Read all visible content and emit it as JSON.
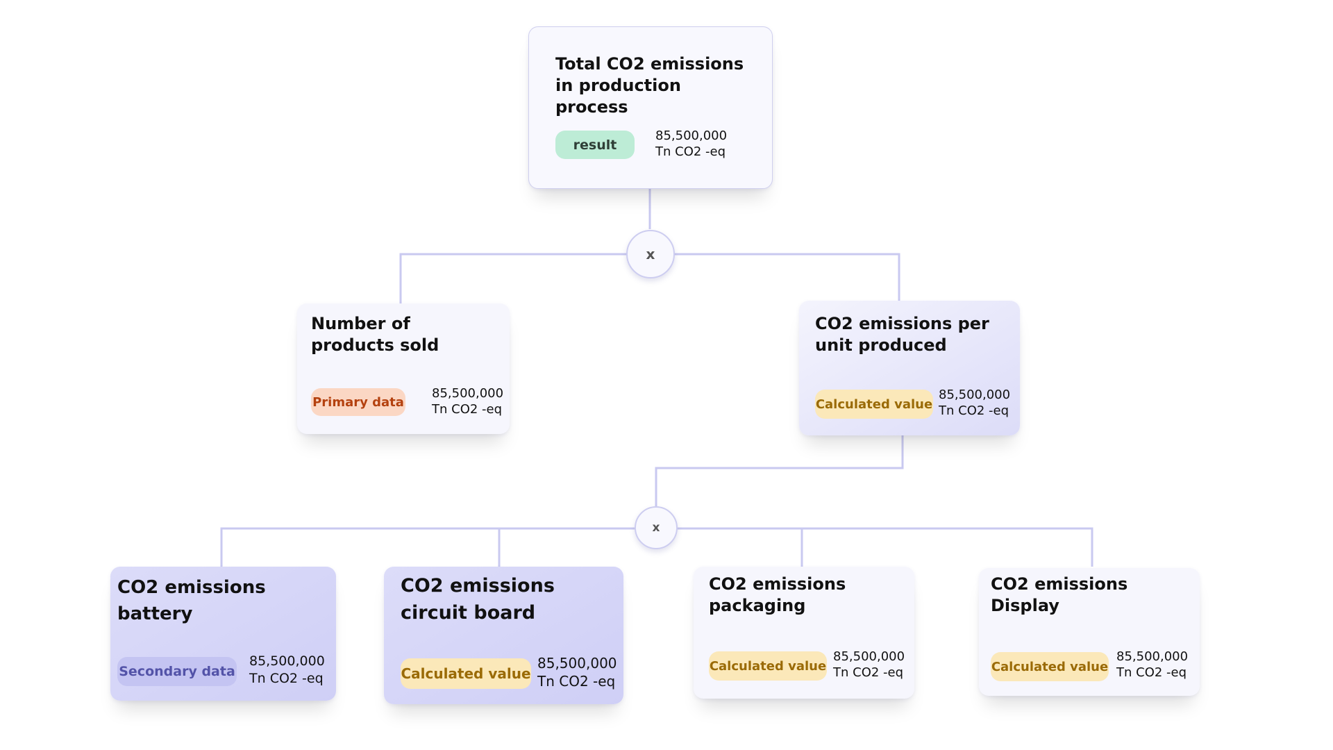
{
  "root": {
    "title": "Total CO2 emissions in production process",
    "badge": "result",
    "value": "85,500,000",
    "unit": "Tn CO2 -eq"
  },
  "operator_top": "x",
  "operator_bottom": "x",
  "products_sold": {
    "title": "Number of products sold",
    "badge": "Primary data",
    "value": "85,500,000",
    "unit": "Tn CO2 -eq"
  },
  "per_unit": {
    "title": "CO2 emissions per unit produced",
    "badge": "Calculated value",
    "value": "85,500,000",
    "unit": "Tn CO2 -eq"
  },
  "battery": {
    "title": "CO2 emissions battery",
    "badge": "Secondary data",
    "value": "85,500,000",
    "unit": "Tn CO2 -eq"
  },
  "circuit_board": {
    "title": "CO2 emissions circuit board",
    "badge": "Calculated value",
    "value": "85,500,000",
    "unit": "Tn CO2 -eq"
  },
  "packaging": {
    "title": "CO2 emissions packaging",
    "badge": "Calculated value",
    "value": "85,500,000",
    "unit": "Tn CO2 -eq"
  },
  "display": {
    "title": "CO2 emissions Display",
    "badge": "Calculated value",
    "value": "85,500,000",
    "unit": "Tn CO2 -eq"
  },
  "colors": {
    "connector": "#c9c9f0",
    "result_badge": "#bdecd6",
    "primary_badge": "#fbd7c4",
    "calculated_badge": "#fbe8b9",
    "secondary_badge": "#c4c4f2"
  }
}
